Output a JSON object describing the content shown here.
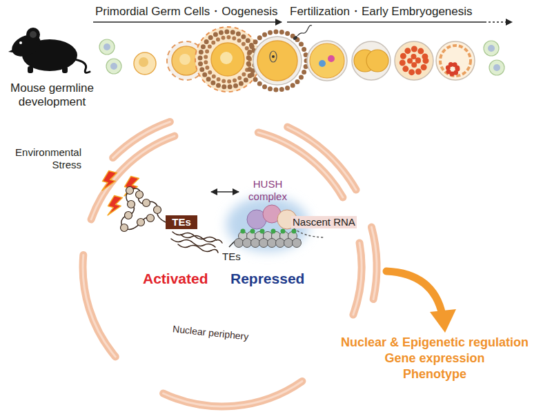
{
  "diagram": {
    "nodes": [
      {
        "text": [
          "Environmental Stress"
        ]
      },
      {
        "text": [
          "Nuclear periphery"
        ],
        "in": 0
      },
      {
        "text": [
          "TEs"
        ],
        "in": 1
      }
    ],
    "labels": [
      "Primordial Germ Cells・Oogenesis",
      "Fertilization・Early Embryogenesis",
      "Mouse germline development",
      "HUSH complex",
      "Nascent RNA",
      "TEs",
      "Activated",
      "Repressed",
      "Nuclear & Epigenetic regulation",
      "Gene expression",
      "Phenotype"
    ]
  }
}
